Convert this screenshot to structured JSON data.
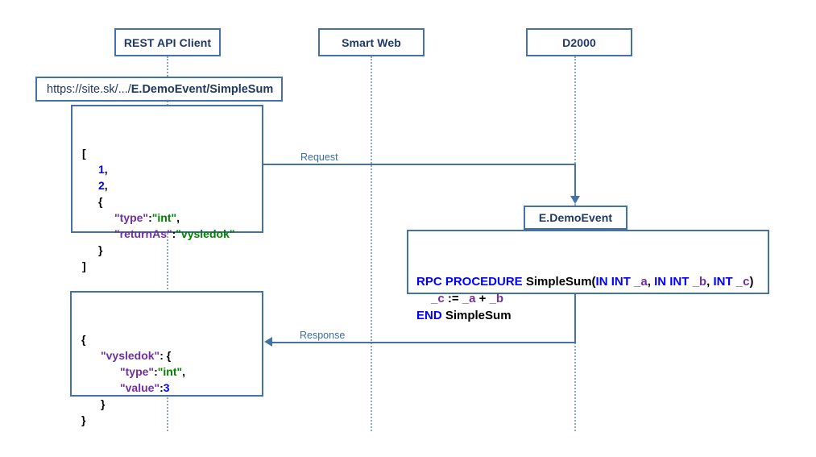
{
  "diagram": {
    "title": "REST API sequence diagram",
    "colors": {
      "border": "#4472a8",
      "actor_text": "#1f3864",
      "lifeline": "#8fa9cc",
      "label_text": "#3d6ba5",
      "json_key": "#7030a0",
      "json_string": "#008000",
      "json_number": "#0000ff",
      "code_keyword": "#0000ff",
      "code_variable": "#7030a0",
      "code_plain": "#000000"
    }
  },
  "actors": [
    {
      "id": "rest-api-client",
      "label": "REST API Client"
    },
    {
      "id": "smart-web",
      "label": "Smart Web"
    },
    {
      "id": "d2000",
      "label": "D2000"
    }
  ],
  "url_bar": {
    "prefix": "https://site.sk/.../",
    "endpoint": "E.DemoEvent/SimpleSum"
  },
  "request_json": {
    "lines": [
      {
        "indent": 0,
        "tokens": [
          {
            "t": "[",
            "c": "punct"
          }
        ]
      },
      {
        "indent": 1,
        "tokens": [
          {
            "t": "1",
            "c": "num"
          },
          {
            "t": ",",
            "c": "punct"
          }
        ]
      },
      {
        "indent": 1,
        "tokens": [
          {
            "t": "2",
            "c": "num"
          },
          {
            "t": ",",
            "c": "punct"
          }
        ]
      },
      {
        "indent": 1,
        "tokens": [
          {
            "t": "{",
            "c": "punct"
          }
        ]
      },
      {
        "indent": 2,
        "tokens": [
          {
            "t": "\"type\"",
            "c": "key"
          },
          {
            "t": ":",
            "c": "punct"
          },
          {
            "t": "\"int\"",
            "c": "str"
          },
          {
            "t": ",",
            "c": "punct"
          }
        ]
      },
      {
        "indent": 2,
        "tokens": [
          {
            "t": "\"returnAs\"",
            "c": "key"
          },
          {
            "t": ":",
            "c": "punct"
          },
          {
            "t": "\"vysledok\"",
            "c": "str"
          }
        ]
      },
      {
        "indent": 1,
        "tokens": [
          {
            "t": "}",
            "c": "punct"
          }
        ]
      },
      {
        "indent": 0,
        "tokens": [
          {
            "t": "]",
            "c": "punct"
          }
        ]
      }
    ]
  },
  "response_json": {
    "lines": [
      {
        "indent": 0,
        "tokens": [
          {
            "t": "{",
            "c": "punct"
          }
        ]
      },
      {
        "indent": 1,
        "tokens": [
          {
            "t": "\"vysledok\"",
            "c": "key"
          },
          {
            "t": ": ",
            "c": "punct"
          },
          {
            "t": "{",
            "c": "punct"
          }
        ]
      },
      {
        "indent": 2,
        "tokens": [
          {
            "t": "\"type\"",
            "c": "key"
          },
          {
            "t": ":",
            "c": "punct"
          },
          {
            "t": "\"int\"",
            "c": "str"
          },
          {
            "t": ",",
            "c": "punct"
          }
        ]
      },
      {
        "indent": 2,
        "tokens": [
          {
            "t": "\"value\"",
            "c": "key"
          },
          {
            "t": ":",
            "c": "punct"
          },
          {
            "t": "3",
            "c": "num"
          }
        ]
      },
      {
        "indent": 1,
        "tokens": [
          {
            "t": "}",
            "c": "punct"
          }
        ]
      },
      {
        "indent": 0,
        "tokens": [
          {
            "t": "}",
            "c": "punct"
          }
        ]
      }
    ]
  },
  "event_box": {
    "label": "E.DemoEvent"
  },
  "rpc_code": {
    "lines": [
      {
        "indent": 0,
        "tokens": [
          {
            "t": "RPC PROCEDURE ",
            "c": "kw"
          },
          {
            "t": "SimpleSum(",
            "c": "plain"
          },
          {
            "t": "IN INT ",
            "c": "kw"
          },
          {
            "t": "_a",
            "c": "var"
          },
          {
            "t": ", ",
            "c": "plain"
          },
          {
            "t": "IN INT ",
            "c": "kw"
          },
          {
            "t": "_b",
            "c": "var"
          },
          {
            "t": ", ",
            "c": "plain"
          },
          {
            "t": "INT ",
            "c": "kw"
          },
          {
            "t": "_c",
            "c": "var"
          },
          {
            "t": ")",
            "c": "plain"
          }
        ]
      },
      {
        "indent": 1,
        "tokens": [
          {
            "t": "_c",
            "c": "var"
          },
          {
            "t": " := ",
            "c": "plain"
          },
          {
            "t": "_a",
            "c": "var"
          },
          {
            "t": " + ",
            "c": "plain"
          },
          {
            "t": "_b",
            "c": "var"
          }
        ]
      },
      {
        "indent": 0,
        "tokens": [
          {
            "t": "END ",
            "c": "kw"
          },
          {
            "t": "SimpleSum",
            "c": "plain"
          }
        ]
      }
    ]
  },
  "connectors": {
    "request_label": "Request",
    "response_label": "Response"
  }
}
